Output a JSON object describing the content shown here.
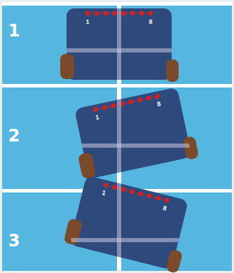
{
  "diagram": {
    "labels": [
      "1",
      "1",
      "8",
      "2",
      "1",
      "8",
      "3",
      "1",
      "8"
    ]
  }
}
